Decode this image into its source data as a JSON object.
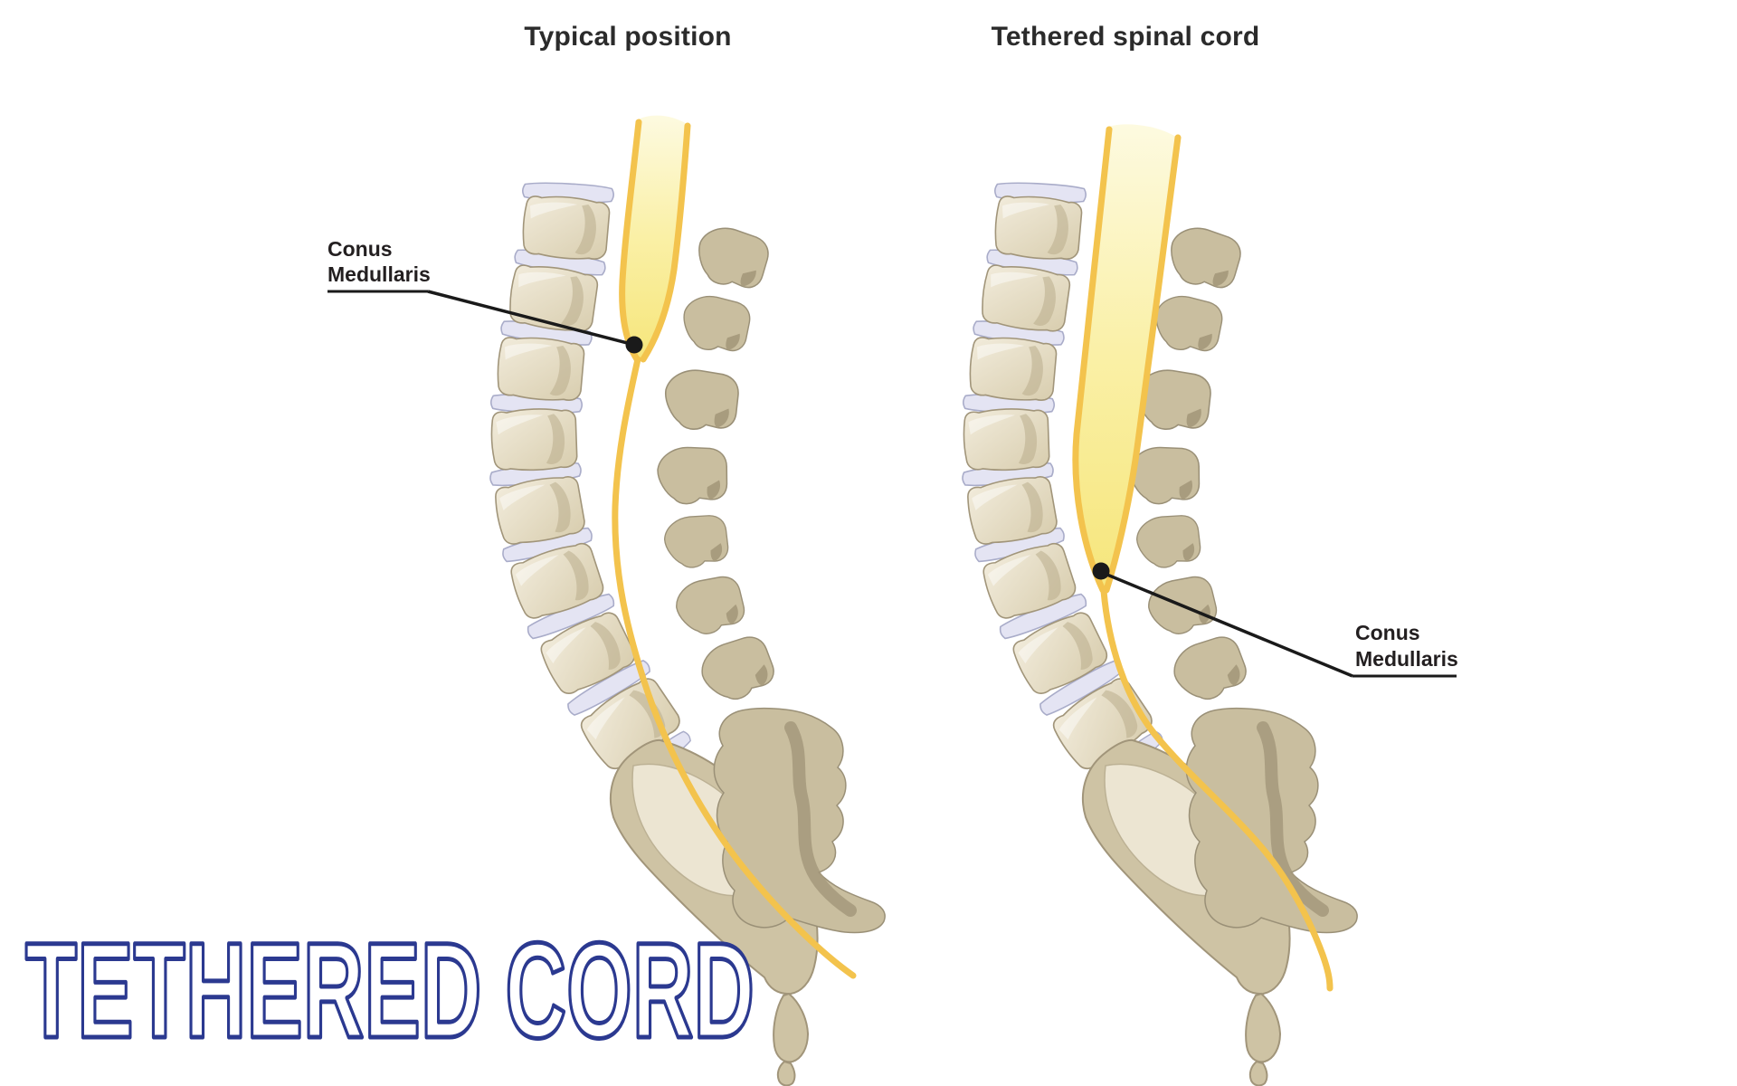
{
  "diagram": {
    "type": "medical-illustration",
    "subject": "Comparison of normal spinal cord position versus tethered spinal cord in the lumbosacral spine",
    "panels": [
      {
        "id": "typical",
        "title": "Typical position",
        "label": {
          "line1": "Conus",
          "line2": "Medullaris"
        }
      },
      {
        "id": "tethered",
        "title": "Tethered spinal cord",
        "label": {
          "line1": "Conus",
          "line2": "Medullaris"
        }
      }
    ],
    "caption": "TETHERED CORD",
    "colors": {
      "caption_outline": "#2b3990",
      "caption_fill": "#ffffff",
      "title_text": "#2b2b2b",
      "label_text": "#231f20",
      "pointer_line": "#1a1a1a",
      "cord_border": "#f3c34d",
      "cord_fill_top": "#fdfae0",
      "cord_fill_mid": "#faf0a6",
      "cord_fill_bottom": "#f6e67c",
      "bone_light": "#f0ead9",
      "bone_mid": "#cec3a4",
      "bone_dark": "#c9be9f",
      "bone_outline": "#a1957a",
      "disc_fill": "#e4e4f3",
      "disc_outline": "#a9acc9",
      "background": "#ffffff"
    }
  }
}
